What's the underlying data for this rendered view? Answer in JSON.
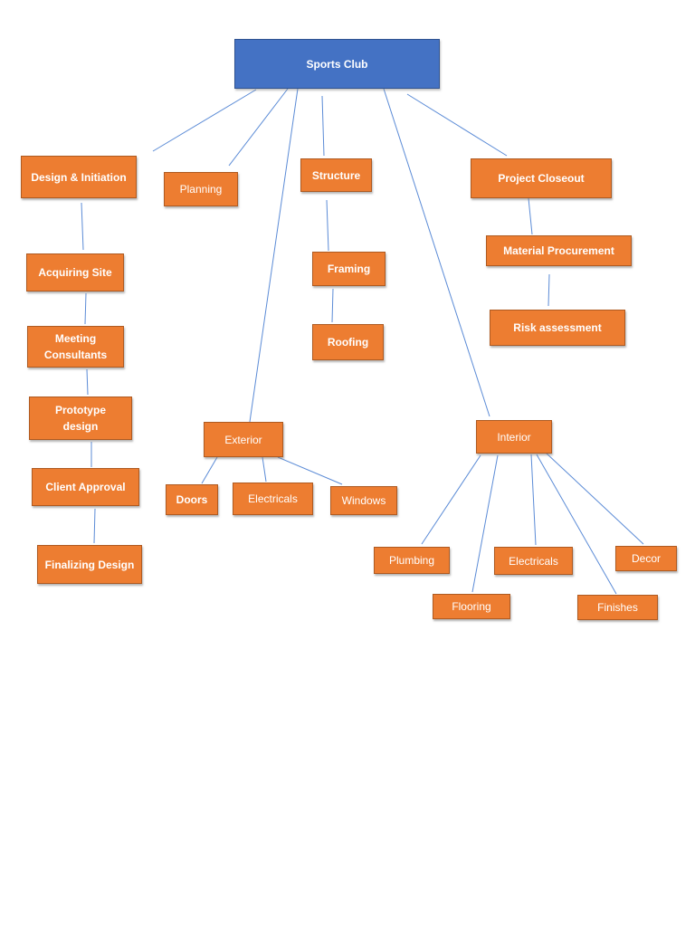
{
  "root": {
    "label": "Sports Club"
  },
  "design": {
    "label": "Design & Initiation",
    "items": [
      "Acquiring Site",
      "Meeting Consultants",
      "Prototype design",
      "Client Approval",
      "Finalizing Design"
    ]
  },
  "planning": {
    "label": "Planning"
  },
  "structure": {
    "label": "Structure",
    "items": [
      "Framing",
      "Roofing"
    ]
  },
  "exterior": {
    "label": "Exterior",
    "items": [
      "Doors",
      "Electricals",
      "Windows"
    ]
  },
  "interior": {
    "label": "Interior",
    "items": [
      "Plumbing",
      "Flooring",
      "Electricals",
      "Finishes",
      "Decor"
    ]
  },
  "closeout": {
    "label": "Project Closeout",
    "items": [
      "Material Procurement",
      "Risk assessment"
    ]
  },
  "colors": {
    "root_fill": "#4472c4",
    "node_fill": "#ed7d31",
    "connector": "#5b8bd6",
    "text": "#ffffff"
  }
}
